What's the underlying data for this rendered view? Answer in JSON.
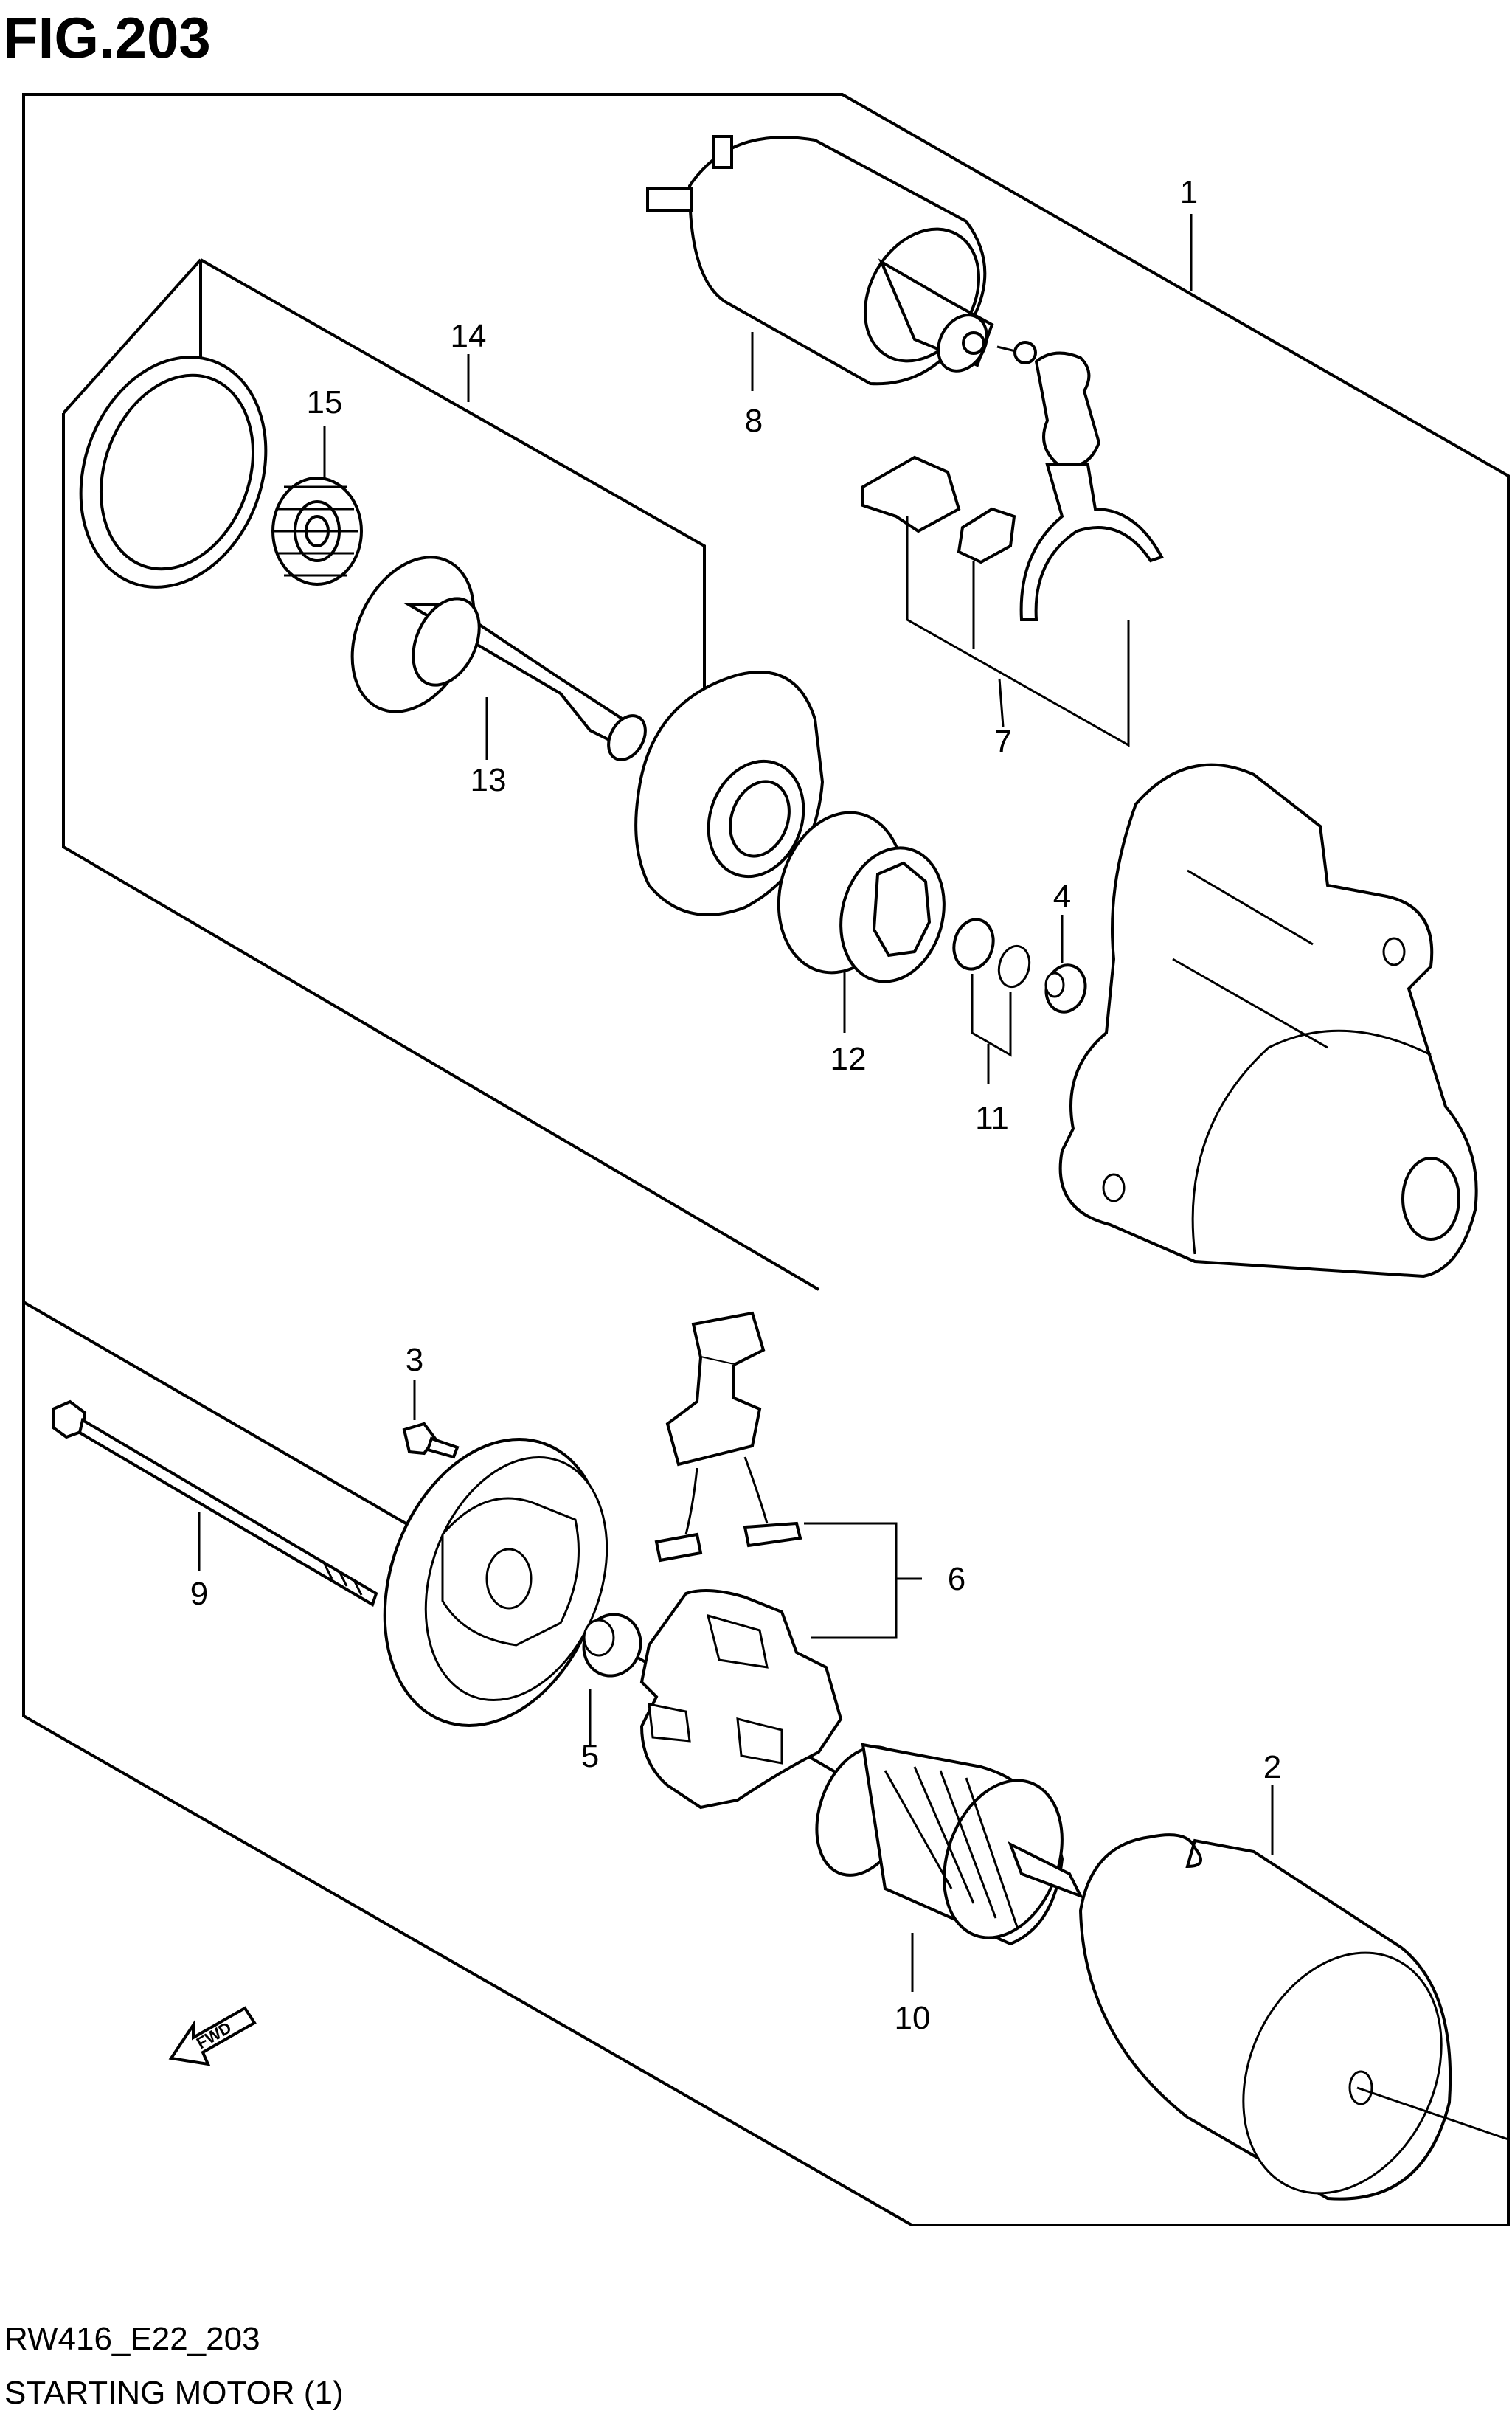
{
  "figure": {
    "title": "FIG.203",
    "code": "RW416_E22_203",
    "caption": "STARTING MOTOR (1)"
  },
  "callouts": {
    "c1": "1",
    "c2": "2",
    "c3": "3",
    "c4": "4",
    "c5": "5",
    "c6": "6",
    "c7": "7",
    "c8": "8",
    "c9": "9",
    "c10": "10",
    "c11": "11",
    "c12": "12",
    "c13": "13",
    "c14": "14",
    "c15": "15"
  },
  "direction_arrow": {
    "label": "FWD"
  }
}
